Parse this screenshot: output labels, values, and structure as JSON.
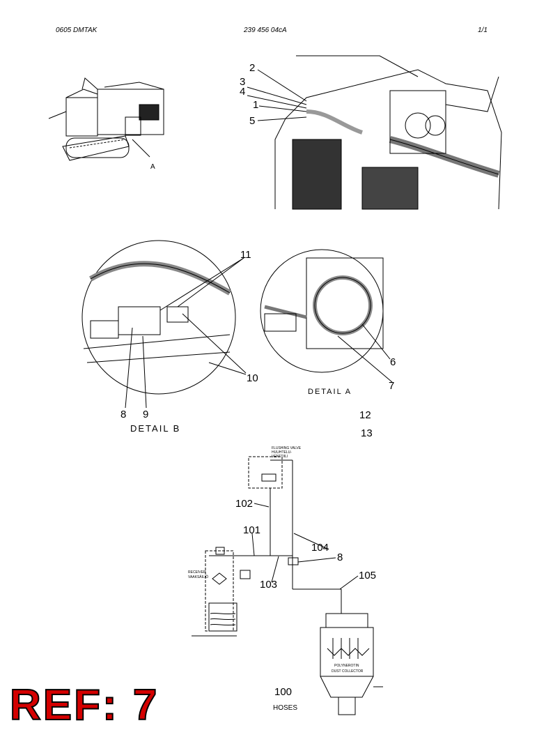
{
  "header": {
    "left": "0605   DMTAK",
    "center": "239 456 04cA",
    "right": "1/1"
  },
  "overview": {
    "view_label": "A"
  },
  "main_callouts": [
    "2",
    "3",
    "4",
    "1",
    "5"
  ],
  "detail_b": {
    "title": "DETAIL B",
    "callouts": [
      "11",
      "10",
      "8",
      "9"
    ]
  },
  "detail_a": {
    "title": "DETAIL A",
    "callouts": [
      "6",
      "7"
    ]
  },
  "extra_refs": [
    "12",
    "13"
  ],
  "schematic": {
    "flushing_valve": "FLUSHING VALVE",
    "flushing_valve_2": "HUUHTELU-",
    "flushing_valve_3": "VENTTIILI",
    "receiver_1": "RECEIVER",
    "receiver_2": "VAAKSÄILIÖ",
    "collector_1": "POLYNEROTIN",
    "collector_2": "DUST COLLECTOR",
    "callouts": {
      "c102": "102",
      "c101": "101",
      "c104": "104",
      "c8": "8",
      "c103": "103",
      "c105": "105"
    }
  },
  "footer": {
    "number": "100",
    "label": "HOSES"
  },
  "ref_badge": "REF: 7"
}
